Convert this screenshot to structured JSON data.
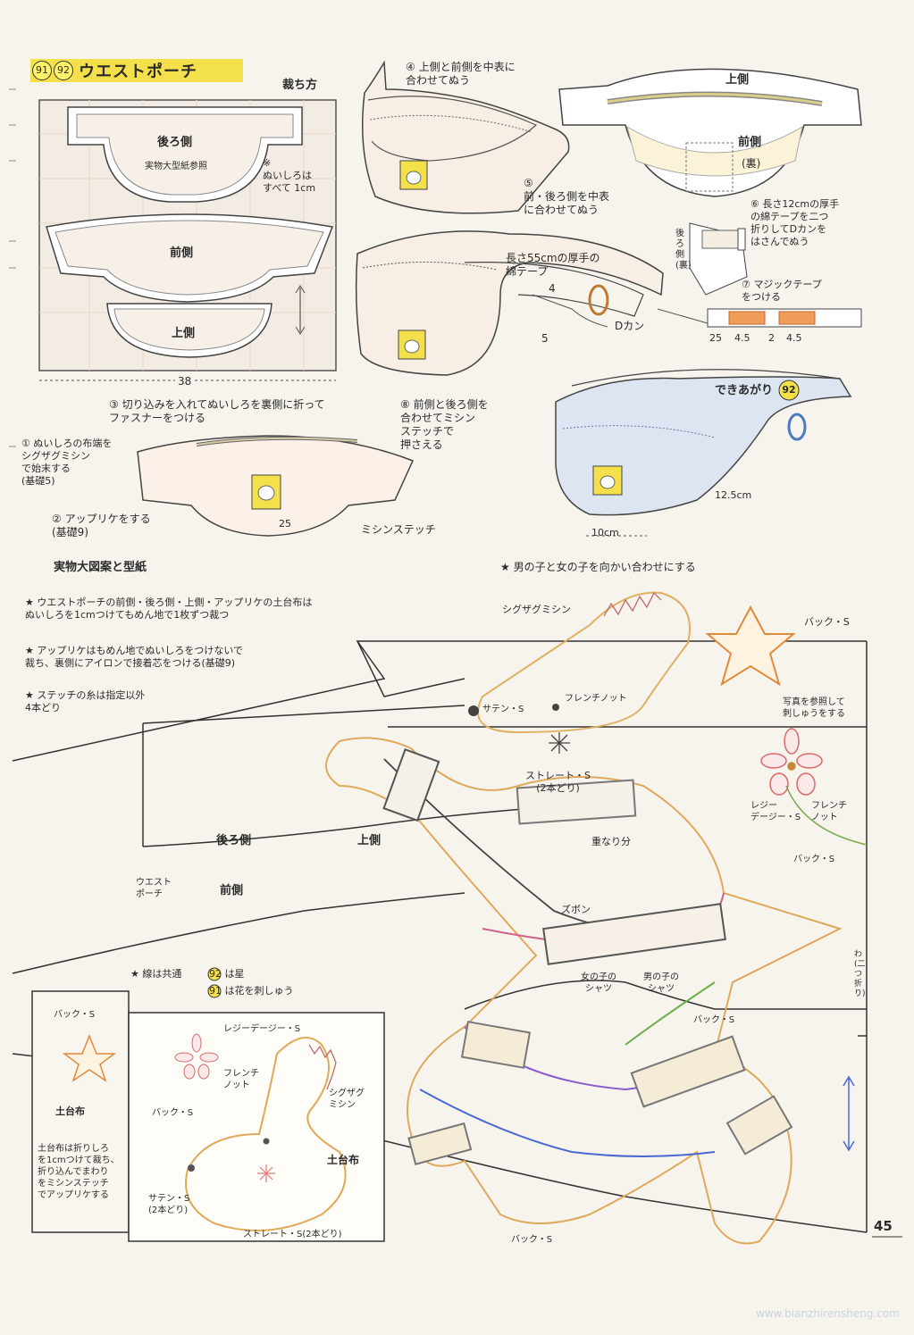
{
  "header": {
    "num_a": "91",
    "num_b": "92",
    "title": "ウエストポーチ",
    "cutting_title": "裁ち方"
  },
  "cutting": {
    "back_label": "後ろ側",
    "back_note": "実物大型紙参照",
    "seam_note": "※\nぬいしろは\nすべて 1cm",
    "front_label": "前側",
    "top_label": "上側",
    "width": "38"
  },
  "steps": {
    "s4": "④ 上側と前側を中表に\n合わせてぬう",
    "top_label": "上側",
    "front_label": "前側",
    "front_sub": "(裏)",
    "s5": "⑤\n前・後ろ側を中表\nに合わせてぬう",
    "s6": "⑥ 長さ12cmの厚手\nの綿テープを二つ\n折りしてDカンを\nはさんでぬう",
    "back_side": "後ろ側(裏)",
    "strap": "長さ55cmの厚手の\n綿テープ",
    "dim4": "4",
    "dim5": "5",
    "dkan": "Dカン",
    "s7": "⑦ マジックテープ\nをつける",
    "tape_25": "25",
    "tape_45a": "4.5",
    "tape_2": "2",
    "tape_45b": "4.5",
    "s3": "③ 切り込みを入れてぬいしろを裏側に折って\nファスナーをつける",
    "s8": "⑧ 前側と後ろ側を\n合わせてミシン\nステッチで\n押さえる",
    "s1": "① ぬいしろの布端を\nシグザグミシン\nで始末する\n(基礎5)",
    "s2": "② アップリケをする\n(基礎9)",
    "dim25": "25",
    "machine_stitch": "ミシンステッチ",
    "finished": "できあがり",
    "finished_num": "92",
    "dim125": "12.5cm",
    "dim10": "10cm"
  },
  "notes": {
    "heading": "実物大図案と型紙",
    "star_heading": "★ 男の子と女の子を向かい合わせにする",
    "n1": "★ ウエストポーチの前側・後ろ側・上側・アップリケの土台布は\nぬいしろを1cmつけてもめん地で1枚ずつ裁つ",
    "n2": "★ アップリケはもめん地でぬいしろをつけないで\n裁ち、裏側にアイロンで接着芯をつける(基礎9)",
    "n3": "★ ステッチの糸は指定以外\n4本どり"
  },
  "pattern": {
    "zigzag": "シグザグミシン",
    "back_s_1": "バック・S",
    "satin": "サテン・S",
    "french": "フレンチノット",
    "embroidery_note": "写真を参照して\n刺しゅうをする",
    "straight": "ストレート・S\n(2本どり)",
    "lazy": "レジー\nデージー・S",
    "french2": "フレンチ\nノット",
    "back_s_2": "バック・S",
    "overlap": "重なり分",
    "back_label": "後ろ側",
    "top_label": "上側",
    "waist": "ウエスト\nポーチ",
    "front_label": "前側",
    "pants": "ズボン",
    "girl_shirt": "女の子の\nシャツ",
    "boy_shirt": "男の子の\nシャツ",
    "back_s_3": "バック・S",
    "fold": "わ(二つ折り)",
    "back_s_4": "バック・S",
    "legend_common": "★ 線は共通",
    "legend_92": "92 は星",
    "legend_91": "91 は花を刺しゅう",
    "inset_back_s": "バック・S",
    "inset_base": "土台布",
    "inset_note": "土台布は折りしろ\nを1cmつけて裁ち、\n折り込んでまわり\nをミシンステッチ\nでアップリケする",
    "inset_lazy": "レジーデージー・S",
    "inset_french": "フレンチ\nノット",
    "inset_back_s2": "バック・S",
    "inset_zigzag": "シグザグ\nミシン",
    "inset_base2": "土台布",
    "inset_satin": "サテン・S\n(2本どり)",
    "inset_straight": "ストレート・S(2本どり)"
  },
  "footer": {
    "page": "45",
    "watermark": "www.bianzhirensheng.com"
  }
}
